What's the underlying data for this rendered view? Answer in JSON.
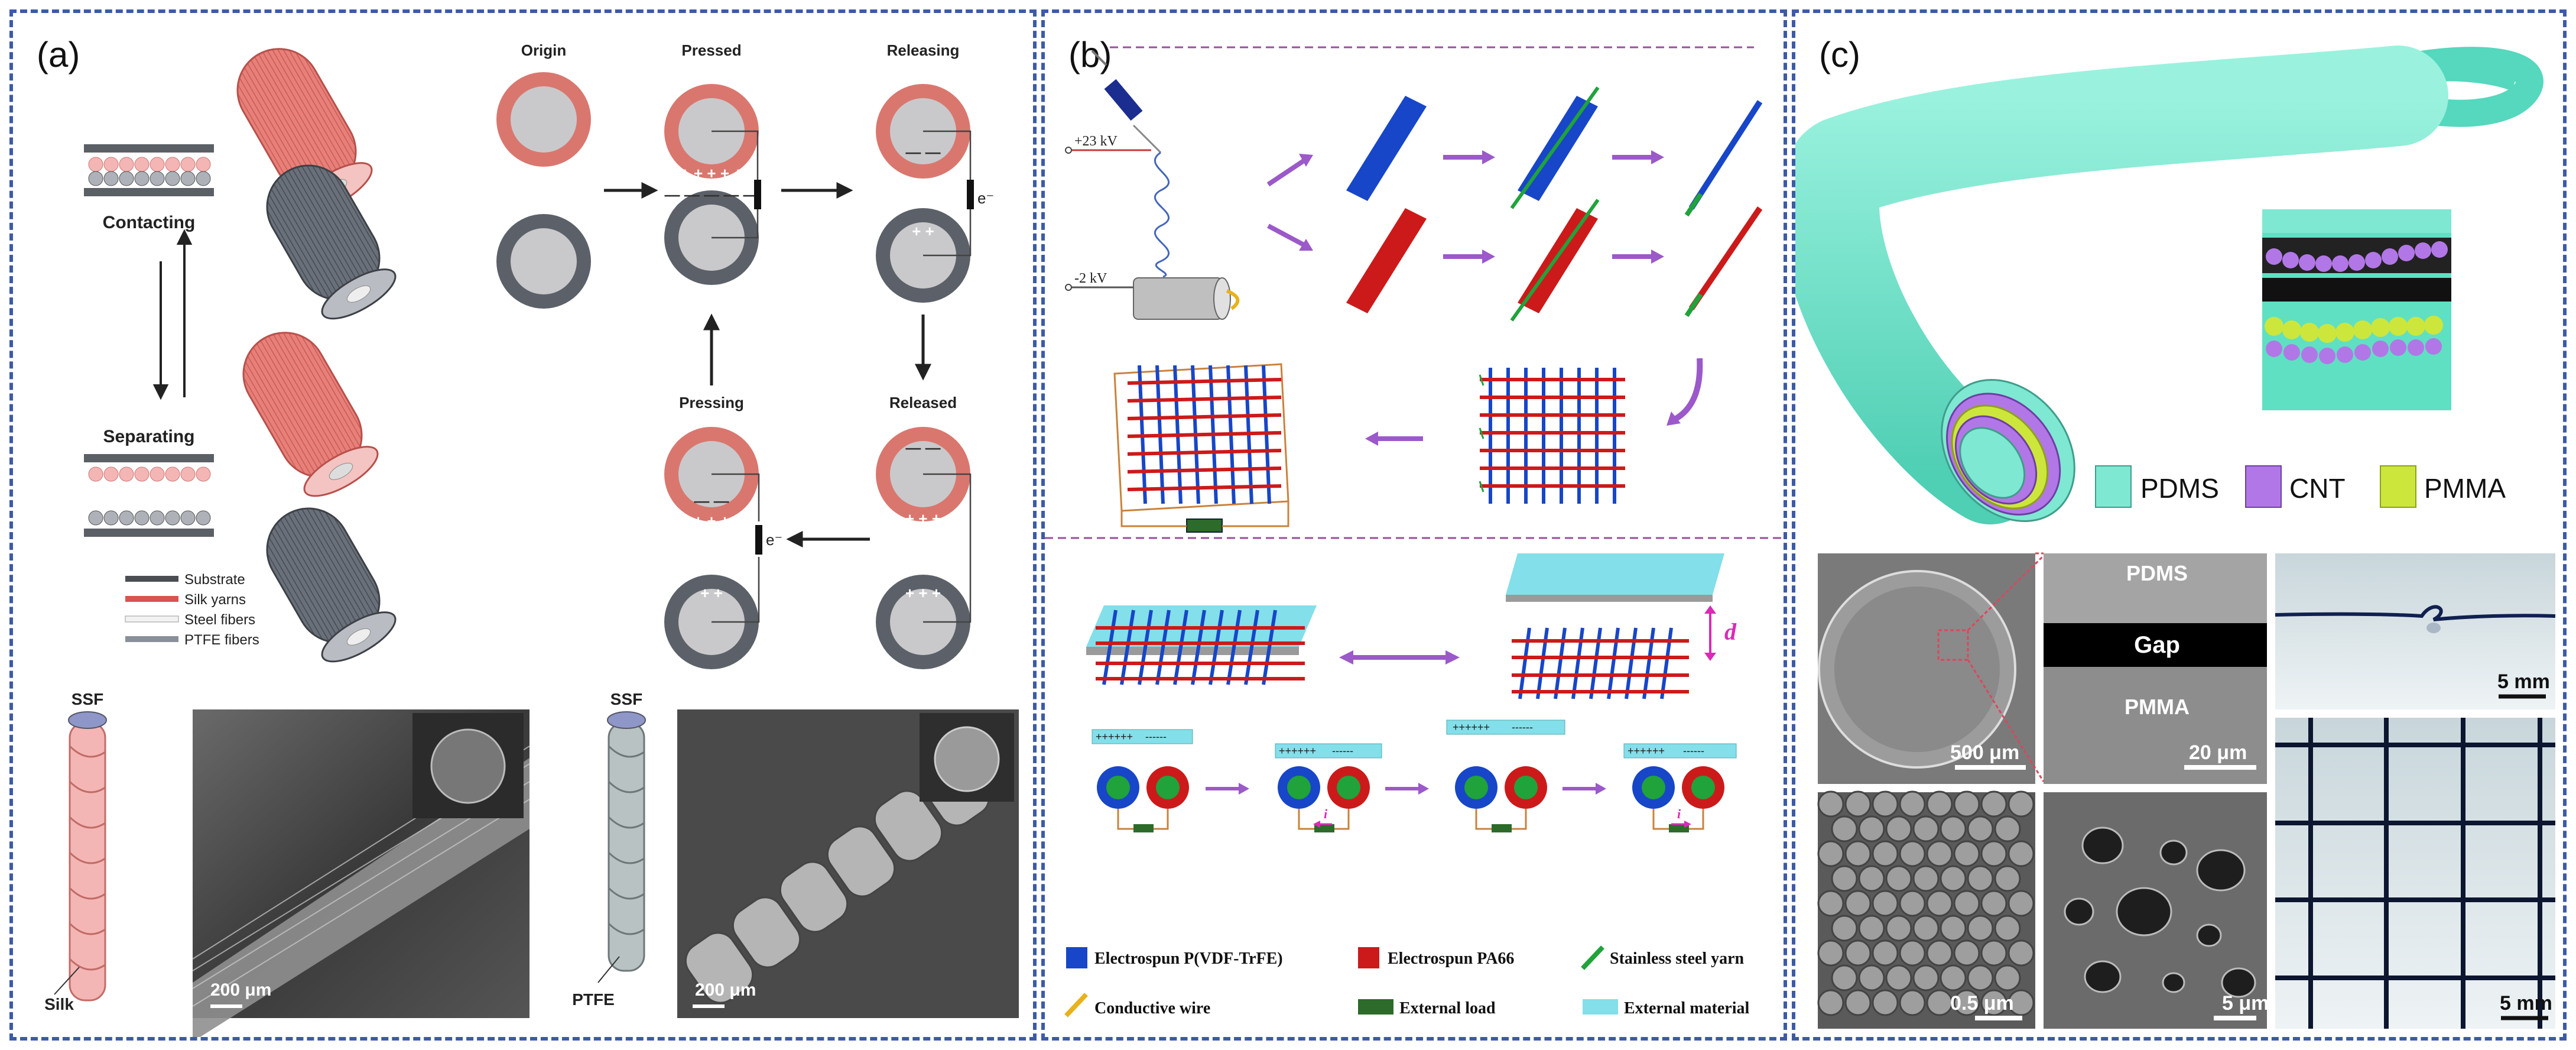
{
  "panels": {
    "a": {
      "label": "(a)",
      "states": {
        "contacting": "Contacting",
        "separating": "Separating"
      },
      "legend": [
        "Substrate",
        "Silk yarns",
        "Steel fibers",
        "PTFE fibers"
      ],
      "cycle": {
        "origin": "Origin",
        "pressed": "Pressed",
        "releasing": "Releasing",
        "pressing": "Pressing",
        "released": "Released"
      },
      "electron": "e⁻",
      "fibers": {
        "ssf": "SSF",
        "silk": "Silk",
        "ptfe": "PTFE"
      },
      "scalebar": "200 μm"
    },
    "b": {
      "label": "(b)",
      "voltages": {
        "pos": "+23 kV",
        "neg": "-2 kV"
      },
      "distance": "d",
      "charges_pos": "++++++",
      "charges_neg": "------",
      "current": "i",
      "legend": [
        "Electrospun P(VDF-TrFE)",
        "Electrospun PA66",
        "Stainless steel yarn",
        "Conductive wire",
        "External load",
        "External material"
      ]
    },
    "c": {
      "label": "(c)",
      "legend": [
        "PDMS",
        "CNT",
        "PMMA"
      ],
      "sem": {
        "pdms": "PDMS",
        "gap": "Gap",
        "pmma": "PMMA"
      },
      "scalebars": [
        "500 μm",
        "20 μm",
        "5 mm",
        "0.5 μm",
        "5 μm",
        "5 mm"
      ]
    }
  },
  "colors": {
    "frame": "#3d5aa6",
    "silk": "#e8807a",
    "ptfe": "#5f6670",
    "blue": "#1746c8",
    "red": "#cc1a1a",
    "green": "#1fa33a",
    "cyan": "#83dfe9",
    "pdms": "#7ee8d2",
    "cnt": "#b277e6",
    "pmma": "#cde63c",
    "purple": "#9b59c9"
  }
}
